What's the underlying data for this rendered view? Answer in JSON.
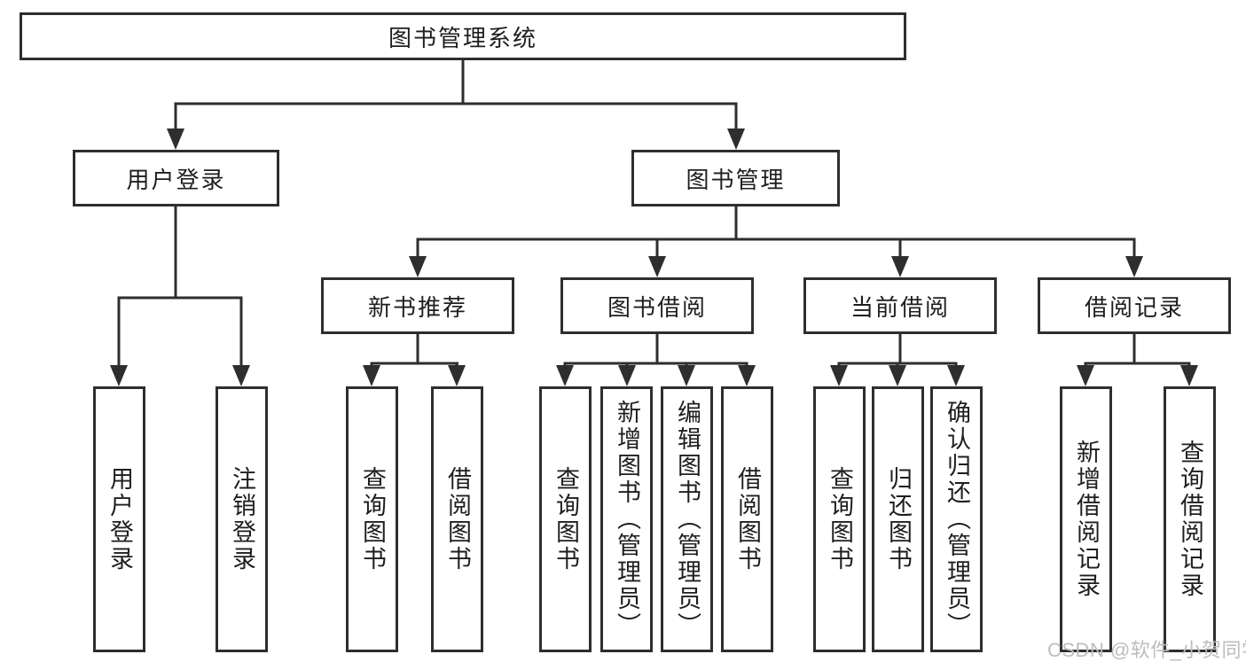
{
  "tree": {
    "root": "图书管理系统",
    "level2": {
      "user_login": "用户登录",
      "book_mgmt": "图书管理"
    },
    "level3": {
      "new_book_rec": "新书推荐",
      "book_borrow": "图书借阅",
      "current_borrow": "当前借阅",
      "borrow_record": "借阅记录"
    },
    "leaves": {
      "user_login": [
        "用户登录",
        "注销登录"
      ],
      "new_book_rec": [
        "查询图书",
        "借阅图书"
      ],
      "book_borrow": [
        "查询图书",
        "新增图书（管理员）",
        "编辑图书（管理员）",
        "借阅图书"
      ],
      "current_borrow": [
        "查询图书",
        "归还图书",
        "确认归还（管理员）"
      ],
      "borrow_record": [
        "新增借阅记录",
        "查询借阅记录"
      ]
    }
  },
  "watermark": "CSDN @软件_小贺同学",
  "colors": {
    "line": "#2e2e2e",
    "text": "#1e1e1e",
    "watermark": "#bdbdbd",
    "background": "#ffffff"
  }
}
